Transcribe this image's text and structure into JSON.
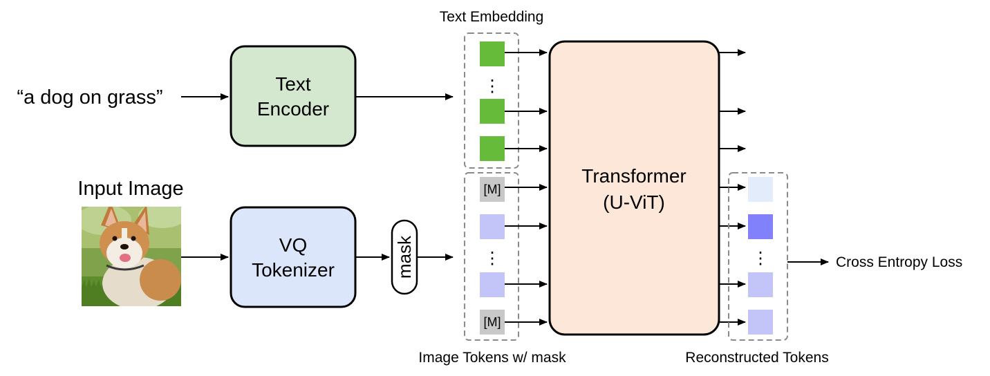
{
  "prompt_text": "“a dog on grass”",
  "input_image_label": "Input Image",
  "text_encoder": {
    "line1": "Text",
    "line2": "Encoder"
  },
  "vq_tokenizer": {
    "line1": "VQ",
    "line2": "Tokenizer"
  },
  "mask_label": "mask",
  "text_embedding_label": "Text Embedding",
  "image_tokens_label": "Image Tokens w/ mask",
  "mask_token_text": "[M]",
  "ellipsis": "⋮",
  "transformer": {
    "line1": "Transformer",
    "line2": "(U-ViT)"
  },
  "reconstructed_tokens_label": "Reconstructed Tokens",
  "loss_label": "Cross Entropy Loss",
  "colors": {
    "text_encoder_fill": "#d3e8cf",
    "vq_tokenizer_fill": "#dce6fb",
    "transformer_fill": "#fde7d8",
    "text_token": "#66bb3a",
    "mask_token": "#c8c8c8",
    "image_token": "#c3c4f8",
    "recon_light": "#e3ecfb",
    "recon_dark": "#8182fb",
    "recon_mid": "#c3c4f8"
  }
}
